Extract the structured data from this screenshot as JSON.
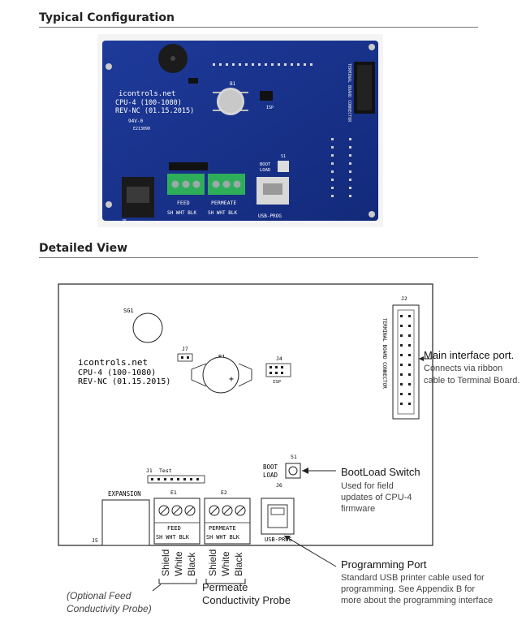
{
  "sections": {
    "typical": "Typical Configuration",
    "detailed": "Detailed View"
  },
  "photo": {
    "brand": "icontrols.net",
    "model": "CPU-4 (100-1080)",
    "rev": "REV-NC (01.15.2015)",
    "rohs": "94V-0",
    "code": "E213090",
    "boot": "BOOT",
    "load": "LOAD",
    "usb": "USB-PROG",
    "terminal_conn": "TERMINAL BOARD CONNECTOR",
    "feed": "FEED",
    "permeate": "PERMEATE",
    "wires": "SH WHT BLK",
    "j5": "J5",
    "b1": "B1",
    "s1": "S1",
    "isp": "ISP"
  },
  "board": {
    "sg1": "SG1",
    "brand": "icontrols.net",
    "model": "CPU-4 (100-1080)",
    "rev": "REV-NC (01.15.2015)",
    "j7": "J7",
    "b1": "B1",
    "j4": "J4",
    "isp": "ISP",
    "j2": "J2",
    "terminal_conn": "TERMINAL BOARD CONNECTOR",
    "s1": "S1",
    "boot": "BOOT",
    "load": "LOAD",
    "j6": "J6",
    "j1": "J1",
    "test": "Test",
    "expansion": "EXPANSION",
    "j5": "J5",
    "e1": "E1",
    "e2": "E2",
    "feed": "FEED",
    "permeate": "PERMEATE",
    "wires": "SH WHT BLK",
    "usb": "USB-PROG",
    "plus": "+"
  },
  "wires": {
    "shield": "Shield",
    "white": "White",
    "black": "Black"
  },
  "callouts": {
    "main_title": "Main interface port.",
    "main_body": [
      "Connects via ribbon",
      "cable to Terminal Board."
    ],
    "boot_title": "BootLoad Switch",
    "boot_body": [
      "Used for field",
      "updates of CPU-4",
      "firmware"
    ],
    "prog_title": "Programming Port",
    "prog_body": [
      "Standard USB printer cable used for",
      "programming. See Appendix B for",
      "more about the programming interface"
    ],
    "feed_probe": [
      "(Optional Feed",
      "Conductivity Probe)"
    ],
    "permeate_probe": [
      "Permeate",
      "Conductivity Probe"
    ]
  }
}
